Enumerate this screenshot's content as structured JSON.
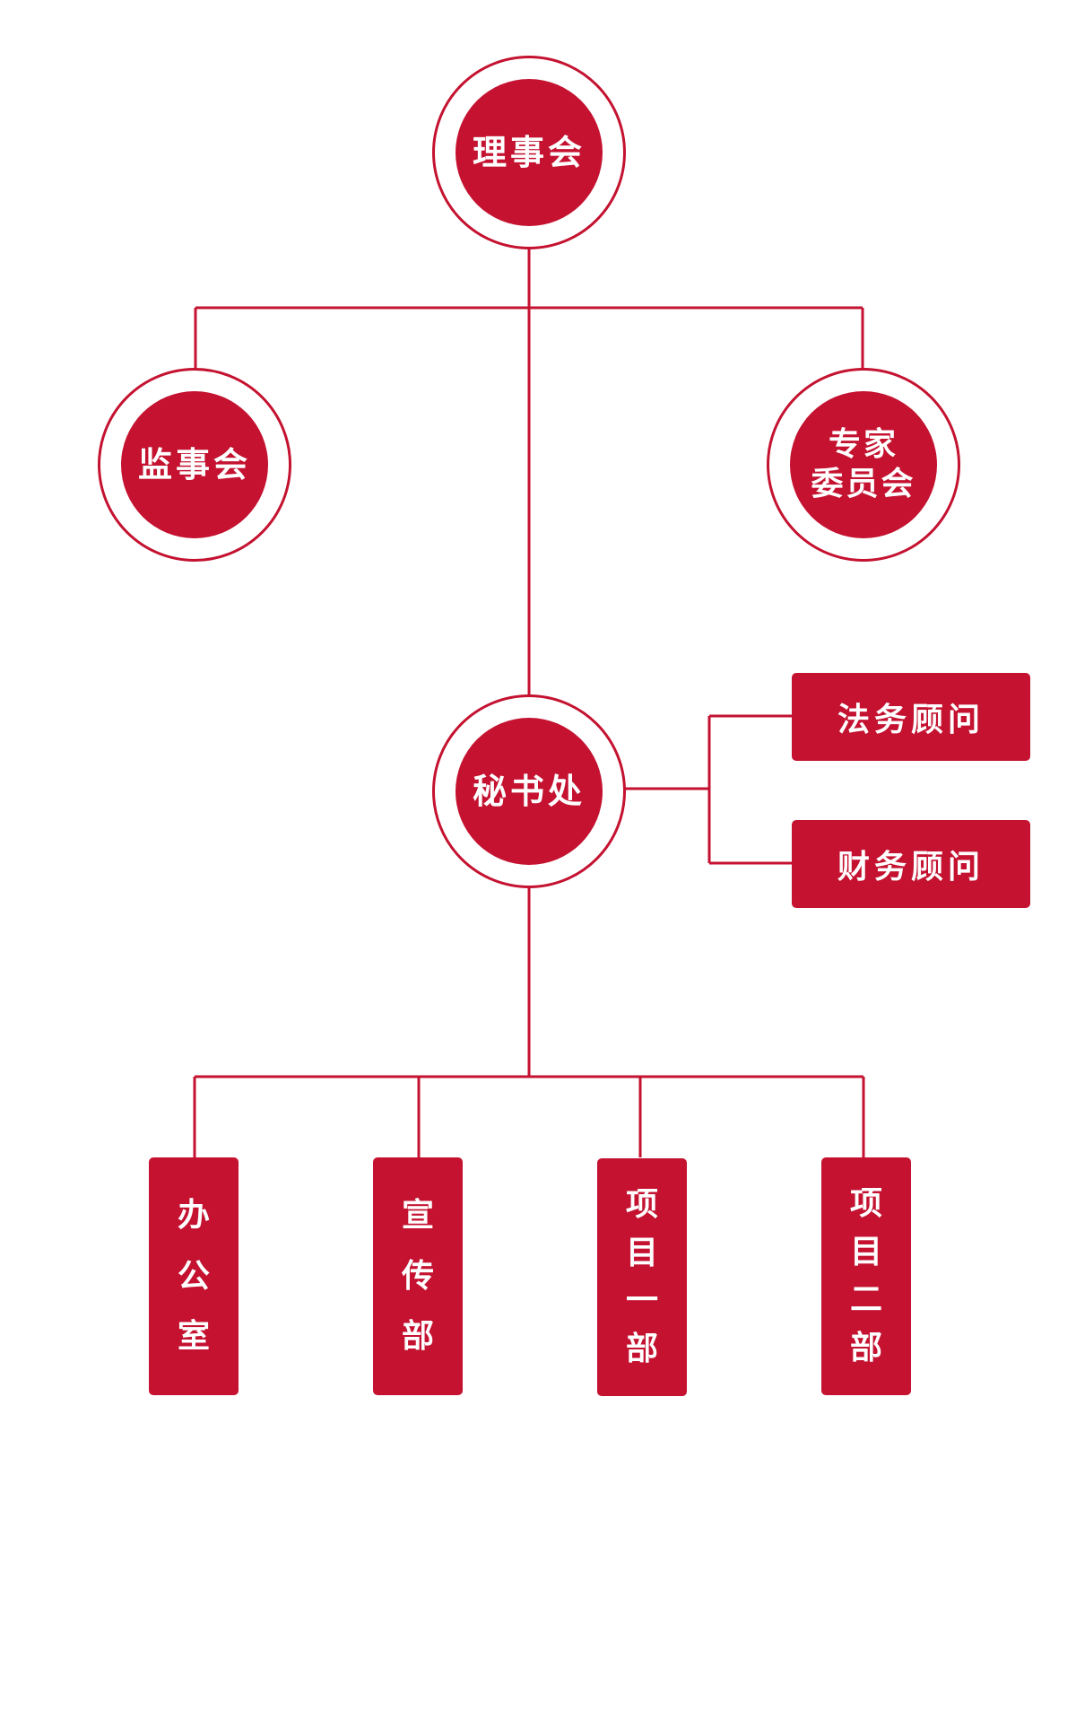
{
  "diagram": {
    "line_color": "#c41230",
    "fill_color": "#c41230",
    "text_color": "#ffffff",
    "nodes": {
      "council": "理事会",
      "supervisory": "监事会",
      "expert_line1": "专家",
      "expert_line2": "委员会",
      "secretariat": "秘书处",
      "legal": "法务顾问",
      "finance": "财务顾问",
      "office": [
        "办",
        "公",
        "室"
      ],
      "publicity": [
        "宣",
        "传",
        "部"
      ],
      "project1": [
        "项",
        "目",
        "一",
        "部"
      ],
      "project2": [
        "项",
        "目",
        "二",
        "部"
      ]
    }
  }
}
